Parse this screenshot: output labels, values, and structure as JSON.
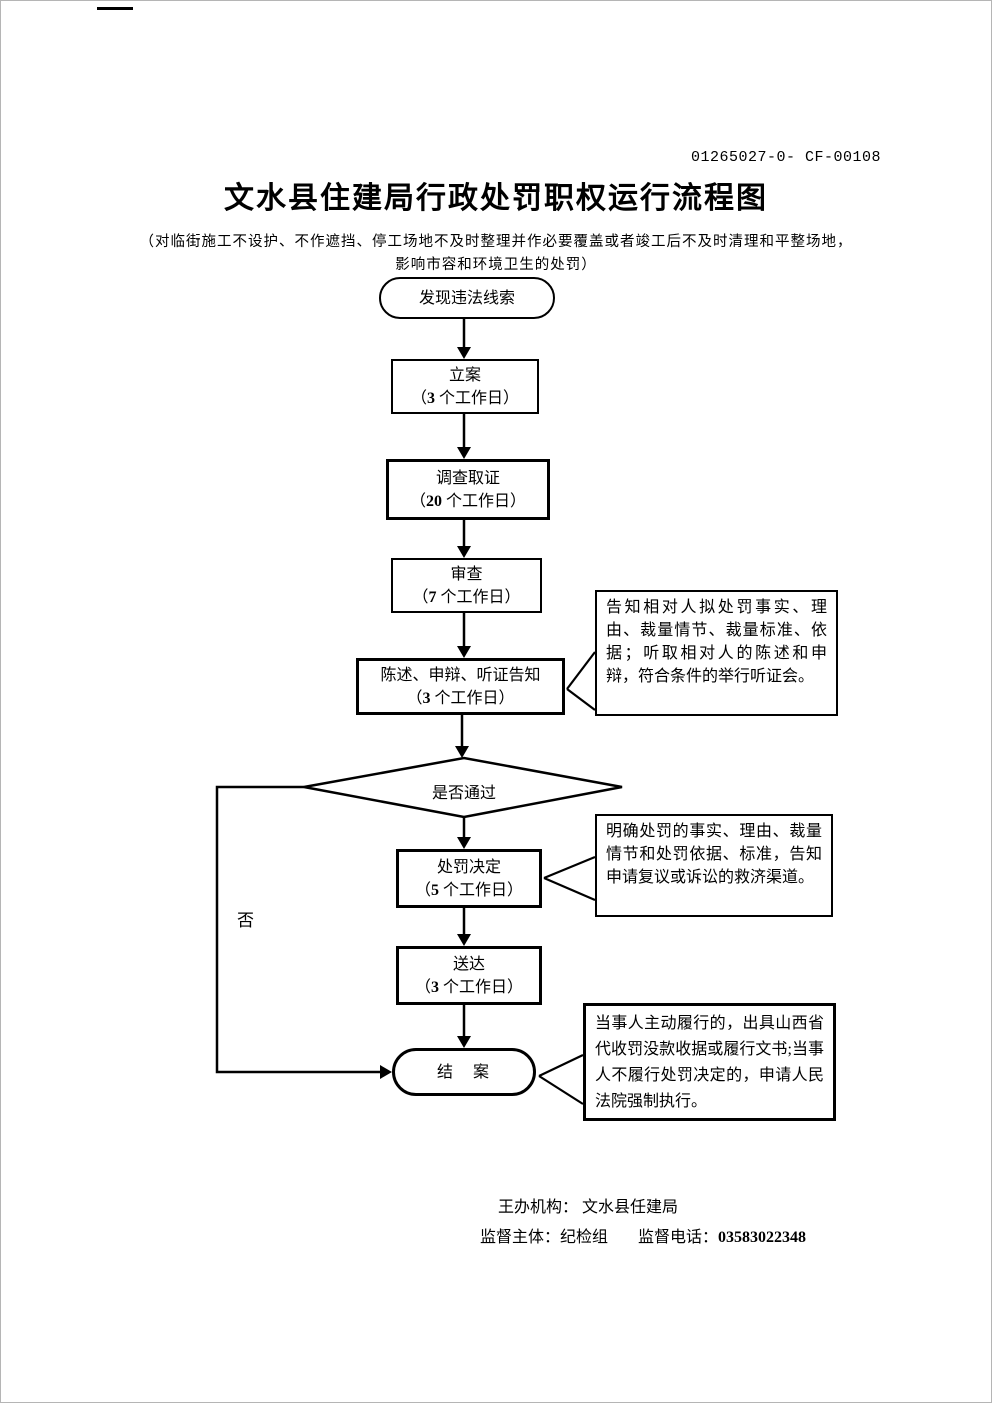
{
  "colors": {
    "ink": "#000000",
    "paper": "#ffffff"
  },
  "header": {
    "doc_code": "01265027-0- CF-00108",
    "title": "文水县住建局行政处罚职权运行流程图",
    "subtitle_line1": "（对临街施工不设护、不作遮挡、停工场地不及时整理并作必要覆盖或者竣工后不及时清理和平整场地，",
    "subtitle_line2": "影响市容和环境卫生的处罚）"
  },
  "flow": {
    "start": "发现违法线索",
    "steps": [
      {
        "name": "立案",
        "pre": "（",
        "days": "3",
        "post": " 个工作日）"
      },
      {
        "name": "调查取证",
        "pre": "（",
        "days": "20",
        "post": " 个工作日）"
      },
      {
        "name": "审查",
        "pre": "（",
        "days": "7",
        "post": " 个工作日）"
      },
      {
        "name": "陈述、申辩、听证告知",
        "pre": "（",
        "days": "3",
        "post": " 个工作日）"
      },
      {
        "name": "处罚决定",
        "pre": "（",
        "days": "5",
        "post": " 个工作日）"
      },
      {
        "name": "送达",
        "pre": "（",
        "days": "3",
        "post": " 个工作日）"
      }
    ],
    "decision": "是否通过",
    "no_branch": "否",
    "end": "结　案",
    "notes": [
      "告知相对人拟处罚事实、理由、裁量情节、裁量标准、依据；听取相对人的陈述和申辩，符合条件的举行听证会。",
      "明确处罚的事实、理由、裁量情节和处罚依据、标准，告知申请复议或诉讼的救济渠道。",
      "当事人主动履行的，出具山西省代收罚没款收据或履行文书;当事人不履行处罚决定的，申请人民法院强制执行。"
    ]
  },
  "footer": {
    "organizer_line": "王办机构： 文水县任建局",
    "supervisor_label": "监督主体：纪检组",
    "phone_label": "监督电话：",
    "phone_number": "03583022348"
  }
}
